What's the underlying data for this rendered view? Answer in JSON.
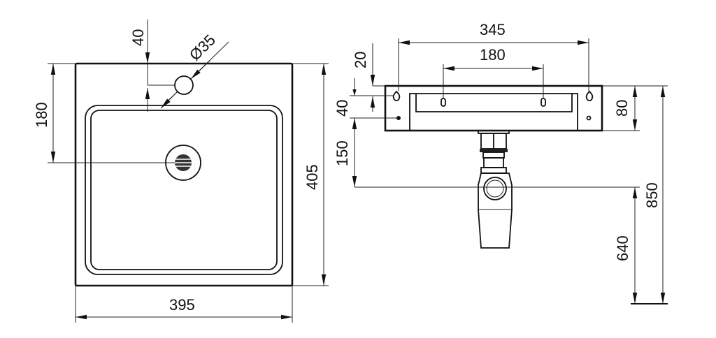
{
  "drawing": {
    "top_view": {
      "tap_offset": "40",
      "tap_hole_diameter": "Ø35",
      "drain_offset": "180",
      "depth": "405",
      "width": "395"
    },
    "side_view": {
      "outer_hole_spacing": "345",
      "inner_hole_spacing": "180",
      "hole_top_offset": "20",
      "hole_vertical_spacing": "40",
      "siphon_drop": "150",
      "bracket_height": "80",
      "total_height": "850",
      "siphon_height": "640"
    }
  }
}
